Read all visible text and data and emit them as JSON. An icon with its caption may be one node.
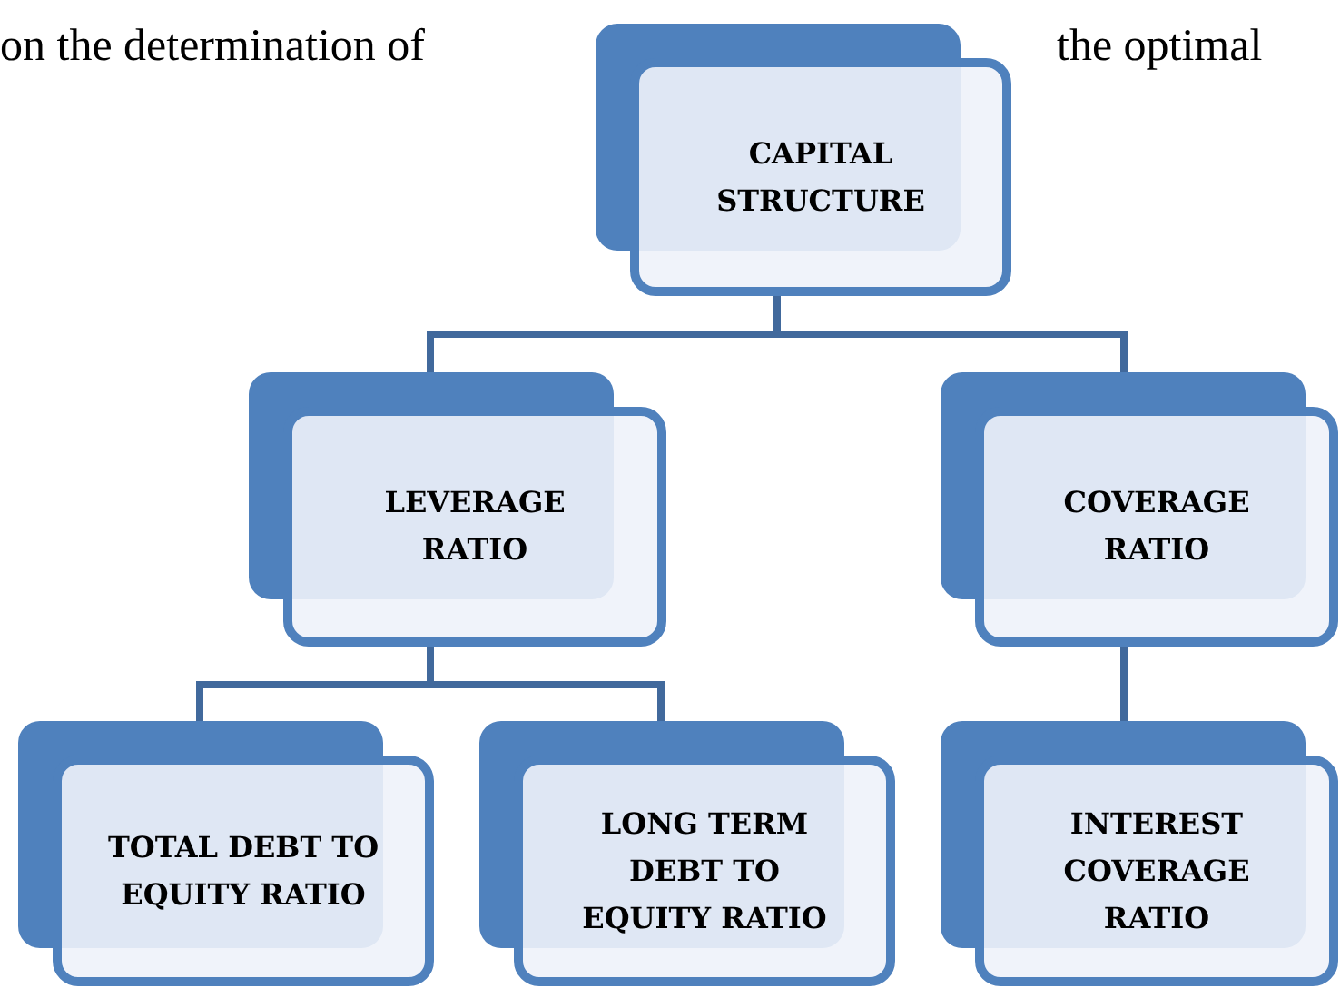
{
  "diagram": {
    "nodes": [
      {
        "text": [
          "CAPITAL STRUCTURE"
        ]
      },
      {
        "text": [
          "LEVERAGE RATIO"
        ]
      },
      {
        "text": [
          "COVERAGE RATIO"
        ]
      },
      {
        "text": [
          "TOTAL DEBT TO EQUITY RATIO"
        ]
      },
      {
        "text": [
          "LONG TERM DEBT TO EQUITY RATIO"
        ]
      },
      {
        "text": [
          "INTEREST COVERAGE RATIO"
        ]
      }
    ],
    "edges": [
      {
        "from": 0,
        "to": 1,
        "arrow": "none"
      },
      {
        "from": 0,
        "to": 2,
        "arrow": "none"
      },
      {
        "from": 1,
        "to": 3,
        "arrow": "none"
      },
      {
        "from": 1,
        "to": 4,
        "arrow": "none"
      },
      {
        "from": 2,
        "to": 5,
        "arrow": "none"
      }
    ],
    "labels": [
      "on the determination of",
      "the optimal"
    ]
  }
}
